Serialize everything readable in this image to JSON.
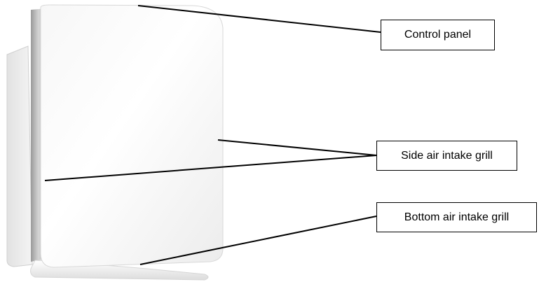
{
  "labels": {
    "control_panel": "Control panel",
    "side_grill": "Side air intake grill",
    "bottom_grill": "Bottom air intake grill"
  },
  "colors": {
    "line": "#000000",
    "box_border": "#000000",
    "background": "#ffffff"
  }
}
